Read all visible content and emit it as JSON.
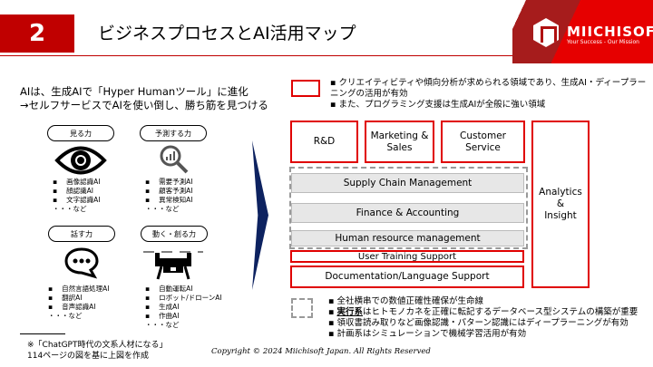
{
  "header": {
    "number": "2",
    "title": "ビジネスプロセスとAI活用マップ"
  },
  "logo": {
    "name": "MIICHISOFT",
    "tagline": "Your Success - Our Mission"
  },
  "intro": [
    "AIは、生成AIで「Hyper Humanツール」に進化",
    "→セルフサービスでAIを使い倒し、勝ち筋を見つける"
  ],
  "capabilities": [
    {
      "label": "見る力",
      "icon": "eye-icon",
      "items": [
        "画像認識AI",
        "顔認識AI",
        "文字認識AI"
      ],
      "etc": "・・・など"
    },
    {
      "label": "予測する力",
      "icon": "magnifier-chart-icon",
      "items": [
        "需要予測AI",
        "顧客予測AI",
        "異常検知AI"
      ],
      "etc": "・・・など"
    },
    {
      "label": "話す力",
      "icon": "speech-bubble-icon",
      "items": [
        "自然言語処理AI",
        "翻訳AI",
        "音声認識AI"
      ],
      "etc": "・・・など"
    },
    {
      "label": "動く・創る力",
      "icon": "drone-icon",
      "items": [
        "自動運転AI",
        "ロボット/ドローンAI",
        "生成AI",
        "作曲AI"
      ],
      "etc": "・・・など"
    }
  ],
  "note": [
    "※「ChatGPT時代の文系人材になる」",
    "114ページの図を基に上図を作成"
  ],
  "copyright": "Copyright © 2024 Miichisoft Japan. All Rights Reserved",
  "legend_red": [
    "クリエイティビティや傾向分析が求められる領域であり、生成AI・ディープラーニングの活用が有効",
    "また、プログラミング支援は生成AIが全般に強い領域"
  ],
  "legend_gray": {
    "items": [
      "全社横串での数値正確性確保が生命線",
      "はヒトモノカネを正確に転記するデータベース型システムの構築が重要",
      "領収書読み取りなど画像認識・パターン認識にはディープラーニングが有効",
      "計画系はシミュレーションで機械学習活用が有効"
    ],
    "emph": "実行系"
  },
  "processes": {
    "rd": "R&D",
    "marketing": [
      "Marketing &",
      "Sales"
    ],
    "customer": [
      "Customer",
      "Service"
    ],
    "analytics": [
      "Analytics",
      "&",
      "Insight"
    ],
    "supply": "Supply Chain Management",
    "finance": "Finance & Accounting",
    "hr": "Human resource management",
    "training": "User Training Support",
    "docs": "Documentation/Language Support"
  },
  "colors": {
    "accent": "#c00000",
    "red_border": "#e00000",
    "navy": "#0d2260"
  }
}
